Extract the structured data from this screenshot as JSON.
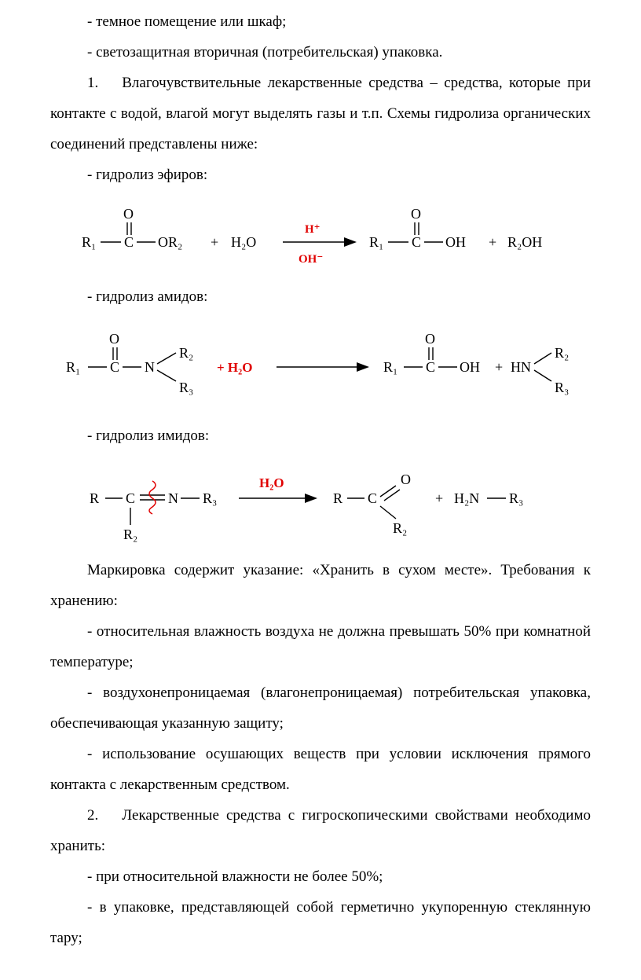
{
  "colors": {
    "accent_red": "#e00000",
    "text": "#000000",
    "page_background": "#ffffff"
  },
  "doc": {
    "paragraphs": [
      {
        "text": "- темное помещение или шкаф;"
      },
      {
        "text": "- светозащитная вторичная (потребительская) упаковка."
      },
      {
        "number": "1.",
        "text": "Влагочувствительные лекарственные средства – средства, которые при контакте с водой, влагой могут выделять газы и т.п. Схемы гидролиза органических соединений представлены ниже:"
      },
      {
        "text": "- гидролиз эфиров:"
      },
      {
        "text": "- гидролиз амидов:"
      },
      {
        "text": "- гидролиз имидов:"
      },
      {
        "text": "Маркировка содержит указание: «Хранить в сухом месте». Требования к хранению:"
      },
      {
        "text": "- относительная влажность воздуха не должна превышать 50% при комнатной температуре;"
      },
      {
        "text": "- воздухонепроницаемая (влагонепроницаемая) потребительская упаковка, обеспечивающая указанную защиту;"
      },
      {
        "text": "- использование осушающих веществ при условии исключения прямого контакта с лекарственным средством."
      },
      {
        "number": "2.",
        "text": "Лекарственные средства с гигроскопическими свойствами необходимо хранить:"
      },
      {
        "text": "- при относительной влажности не более 50%;"
      },
      {
        "text": "- в упаковке, представляющей собой герметично укупоренную стеклянную тару;"
      }
    ]
  },
  "schemes": {
    "ester": {
      "r1": "R₁",
      "c": "C",
      "o": "O",
      "or2": "OR₂",
      "plus1": "+",
      "h2o": "H₂O",
      "cat_top": "H⁺",
      "cat_bottom": "OH⁻",
      "r1p": "R₁",
      "cp": "C",
      "op": "O",
      "oh": "OH",
      "plus2": "+",
      "r2oh": "R₂OH"
    },
    "amide": {
      "r1": "R₁",
      "c": "C",
      "o": "O",
      "n": "N",
      "r2": "R₂",
      "r3": "R₃",
      "plus_h2o": "+ H₂O",
      "r1p": "R₁",
      "cp": "C",
      "op": "O",
      "oh": "OH",
      "plus": "+",
      "hn": "HN",
      "r2p": "R₂",
      "r3p": "R₃"
    },
    "imide": {
      "r": "R",
      "c": "C",
      "n": "N",
      "r3": "R₃",
      "r2": "R₂",
      "h2o": "H₂O",
      "rp": "R",
      "cp": "C",
      "op": "O",
      "r2p": "R₂",
      "plus": "+",
      "h2n": "H₂N",
      "r3p": "R₃"
    }
  }
}
